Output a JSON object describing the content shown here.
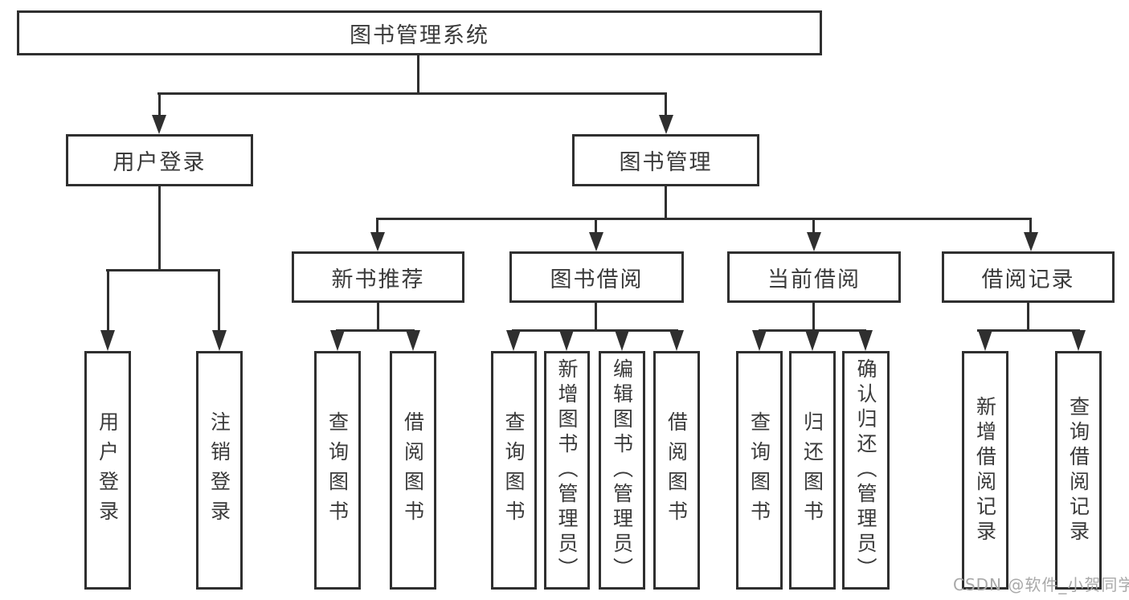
{
  "diagram": {
    "title": "图书管理系统",
    "type": "function-structure-tree",
    "nodes": {
      "root": {
        "label": "图书管理系统"
      },
      "user_login_branch": {
        "label": "用户登录",
        "parent": "图书管理系统"
      },
      "book_mgmt_branch": {
        "label": "图书管理",
        "parent": "图书管理系统"
      },
      "new_book_rec": {
        "label": "新书推荐",
        "parent": "图书管理"
      },
      "book_borrow": {
        "label": "图书借阅",
        "parent": "图书管理"
      },
      "current_borrow": {
        "label": "当前借阅",
        "parent": "图书管理"
      },
      "borrow_records": {
        "label": "借阅记录",
        "parent": "图书管理"
      },
      "leaves": [
        {
          "label": "用户登录",
          "parent": "用户登录"
        },
        {
          "label": "注销登录",
          "parent": "用户登录"
        },
        {
          "label": "查询图书",
          "parent": "新书推荐"
        },
        {
          "label": "借阅图书",
          "parent": "新书推荐"
        },
        {
          "label": "查询图书",
          "parent": "图书借阅"
        },
        {
          "label": "新增图书（管理员）",
          "parent": "图书借阅"
        },
        {
          "label": "编辑图书（管理员）",
          "parent": "图书借阅"
        },
        {
          "label": "借阅图书",
          "parent": "图书借阅"
        },
        {
          "label": "查询图书",
          "parent": "当前借阅"
        },
        {
          "label": "归还图书",
          "parent": "当前借阅"
        },
        {
          "label": "确认归还（管理员）",
          "parent": "当前借阅"
        },
        {
          "label": "新增借阅记录",
          "parent": "借阅记录"
        },
        {
          "label": "查询借阅记录",
          "parent": "借阅记录"
        }
      ]
    },
    "colors": {
      "background": "#ffffff",
      "line": "#2f2f2f",
      "text": "#3a3a3a",
      "watermark": "#a9a9a9"
    }
  },
  "watermark": {
    "text": "CSDN @软件_小贺同学"
  }
}
